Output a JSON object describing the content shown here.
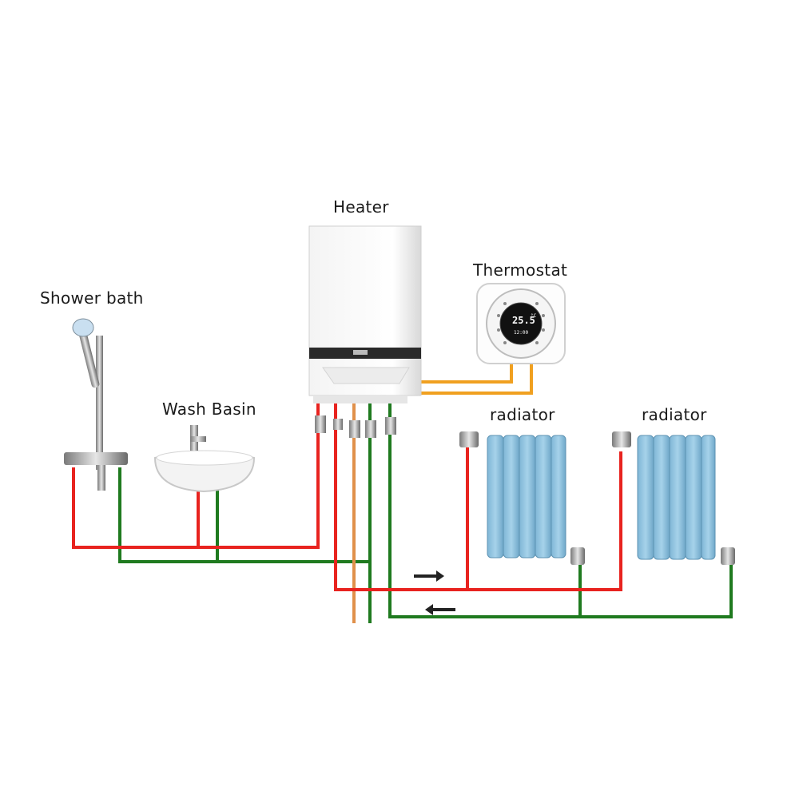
{
  "labels": {
    "heater": "Heater",
    "thermostat": "Thermostat",
    "shower": "Shower bath",
    "basin": "Wash Basin",
    "radiator_left": "radiator",
    "radiator_right": "radiator"
  },
  "thermostat_display": {
    "temperature": "25.5",
    "unit": "°C",
    "time": "12:00"
  },
  "colors": {
    "hot_pipe": "#e8231f",
    "cold_pipe": "#1f7a1f",
    "gas_pipe": "#e0904a",
    "wire": "#f0a020",
    "radiator": "#8fc3e0",
    "arrow": "#222222"
  },
  "icons": [
    "shower-icon",
    "wash-basin-icon",
    "heater-icon",
    "thermostat-icon",
    "radiator-icon",
    "flow-arrow-icon"
  ]
}
